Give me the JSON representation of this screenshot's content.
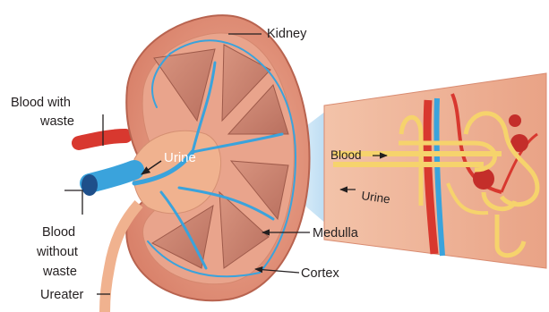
{
  "labels": {
    "kidney": "Kidney",
    "blood_with_waste_line1": "Blood with",
    "blood_with_waste_line2": "waste",
    "urine_kidney": "Urine",
    "blood_without_waste_line1": "Blood",
    "blood_without_waste_line2": "without",
    "blood_without_waste_line3": "waste",
    "ureater": "Ureater",
    "medulla": "Medulla",
    "cortex": "Cortex",
    "zoom_blood": "Blood",
    "zoom_urine": "Urine"
  },
  "colors": {
    "capsule": "#d9826b",
    "cortex_tissue": "#e9a48c",
    "pyramid": "#c77a68",
    "pelvis": "#f0b28f",
    "vein": "#3aa3dc",
    "artery": "#d8382f",
    "nephron_tubule": "#f6d36c",
    "magnifier_beam": "#cfe6f5"
  }
}
